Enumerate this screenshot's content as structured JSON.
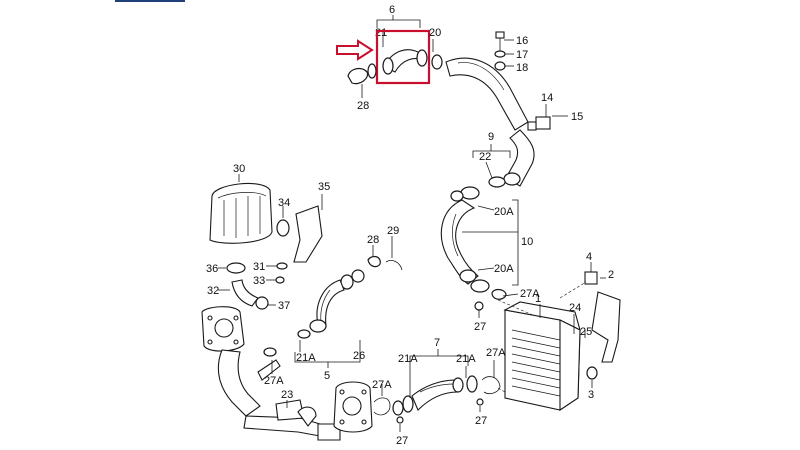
{
  "diagram": {
    "labels": {
      "l6": "6",
      "l21_top": "21",
      "l20_top": "20",
      "l28_top": "28",
      "l16": "16",
      "l17": "17",
      "l18": "18",
      "l14": "14",
      "l15": "15",
      "l9": "9",
      "l22": "22",
      "l30": "30",
      "l35": "35",
      "l34": "34",
      "l20A_up": "20A",
      "l10": "10",
      "l20A_low": "20A",
      "l28_mid": "28",
      "l29": "29",
      "l36": "36",
      "l31": "31",
      "l33": "33",
      "l32": "32",
      "l37": "37",
      "l27A_right": "27A",
      "l27_right": "27",
      "l1": "1",
      "l4": "4",
      "l2": "2",
      "l24": "24",
      "l25": "25",
      "l3": "3",
      "l21A_left": "21A",
      "l26": "26",
      "l5": "5",
      "l27A_left": "27A",
      "l23": "23",
      "l7": "7",
      "l21A_b1": "21A",
      "l21A_b2": "21A",
      "l27A_b": "27A",
      "l27A_b2": "27A",
      "l27_b1": "27",
      "l27_b2": "27",
      "l27_b3": "27"
    },
    "colors": {
      "highlight": "#c8102e",
      "line": "#1a1a1a",
      "top_bar": "#1f3f7a"
    }
  }
}
